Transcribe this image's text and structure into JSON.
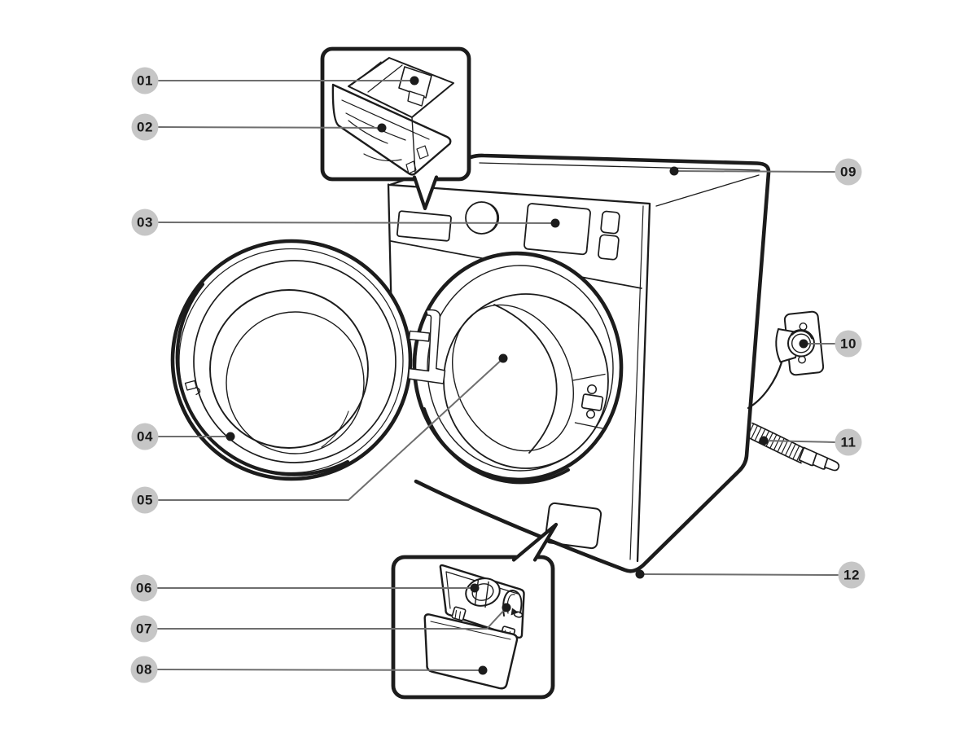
{
  "colors": {
    "paper": "#ffffff",
    "line": "#1c1c1c",
    "leader": "#6e6e6e",
    "badge_bg": "#c6c6c6",
    "badge_text": "#1a1a1a"
  },
  "callouts": [
    {
      "label": "01"
    },
    {
      "label": "02"
    },
    {
      "label": "03"
    },
    {
      "label": "04"
    },
    {
      "label": "05"
    },
    {
      "label": "06"
    },
    {
      "label": "07"
    },
    {
      "label": "08"
    },
    {
      "label": "09"
    },
    {
      "label": "10"
    },
    {
      "label": "11"
    },
    {
      "label": "12"
    }
  ]
}
